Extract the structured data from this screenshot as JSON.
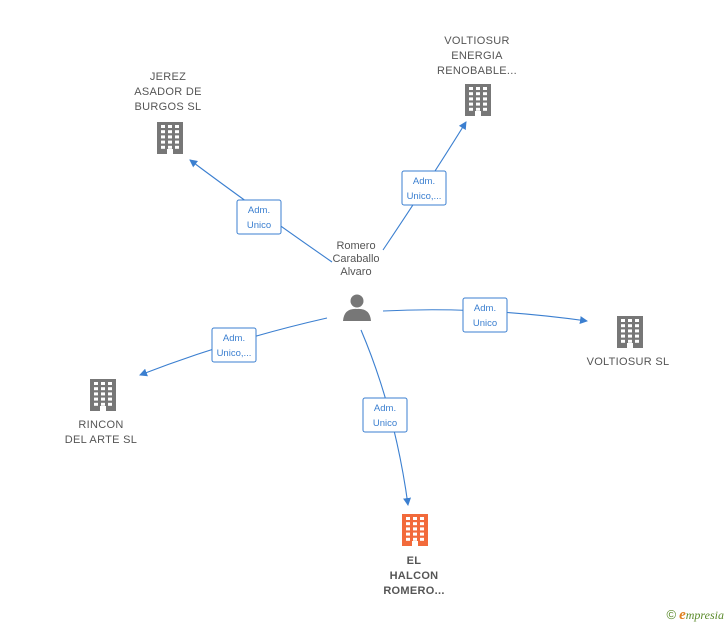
{
  "person": {
    "name_lines": [
      "Romero",
      "Caraballo",
      "Alvaro"
    ],
    "icon": "person-icon"
  },
  "companies": [
    {
      "id": "jerez",
      "lines": [
        "JEREZ",
        "ASADOR DE",
        "BURGOS  SL"
      ],
      "color": "#777777",
      "icon": "building-icon"
    },
    {
      "id": "voltiosur-energia",
      "lines": [
        "VOLTIOSUR",
        "ENERGIA",
        "RENOBABLE..."
      ],
      "color": "#777777",
      "icon": "building-icon"
    },
    {
      "id": "voltiosur-sl",
      "lines": [
        "VOLTIOSUR SL"
      ],
      "color": "#777777",
      "icon": "building-icon"
    },
    {
      "id": "rincon",
      "lines": [
        "RINCON",
        "DEL ARTE  SL"
      ],
      "color": "#777777",
      "icon": "building-icon"
    },
    {
      "id": "halcon",
      "lines": [
        "EL",
        "HALCON",
        "ROMERO..."
      ],
      "color": "#f26a3b",
      "icon": "building-icon",
      "highlight": true
    }
  ],
  "roles": [
    {
      "target": "jerez",
      "lines": [
        "Adm.",
        "Unico"
      ]
    },
    {
      "target": "voltiosur-energia",
      "lines": [
        "Adm.",
        "Unico,..."
      ]
    },
    {
      "target": "voltiosur-sl",
      "lines": [
        "Adm.",
        "Unico"
      ]
    },
    {
      "target": "rincon",
      "lines": [
        "Adm.",
        "Unico,..."
      ]
    },
    {
      "target": "halcon",
      "lines": [
        "Adm.",
        "Unico"
      ]
    }
  ],
  "colors": {
    "edge": "#3b7fd0",
    "node": "#777777",
    "highlight": "#f26a3b"
  },
  "footer": {
    "copyright": "©",
    "brand_initial": "e",
    "brand_rest": "mpresia"
  }
}
